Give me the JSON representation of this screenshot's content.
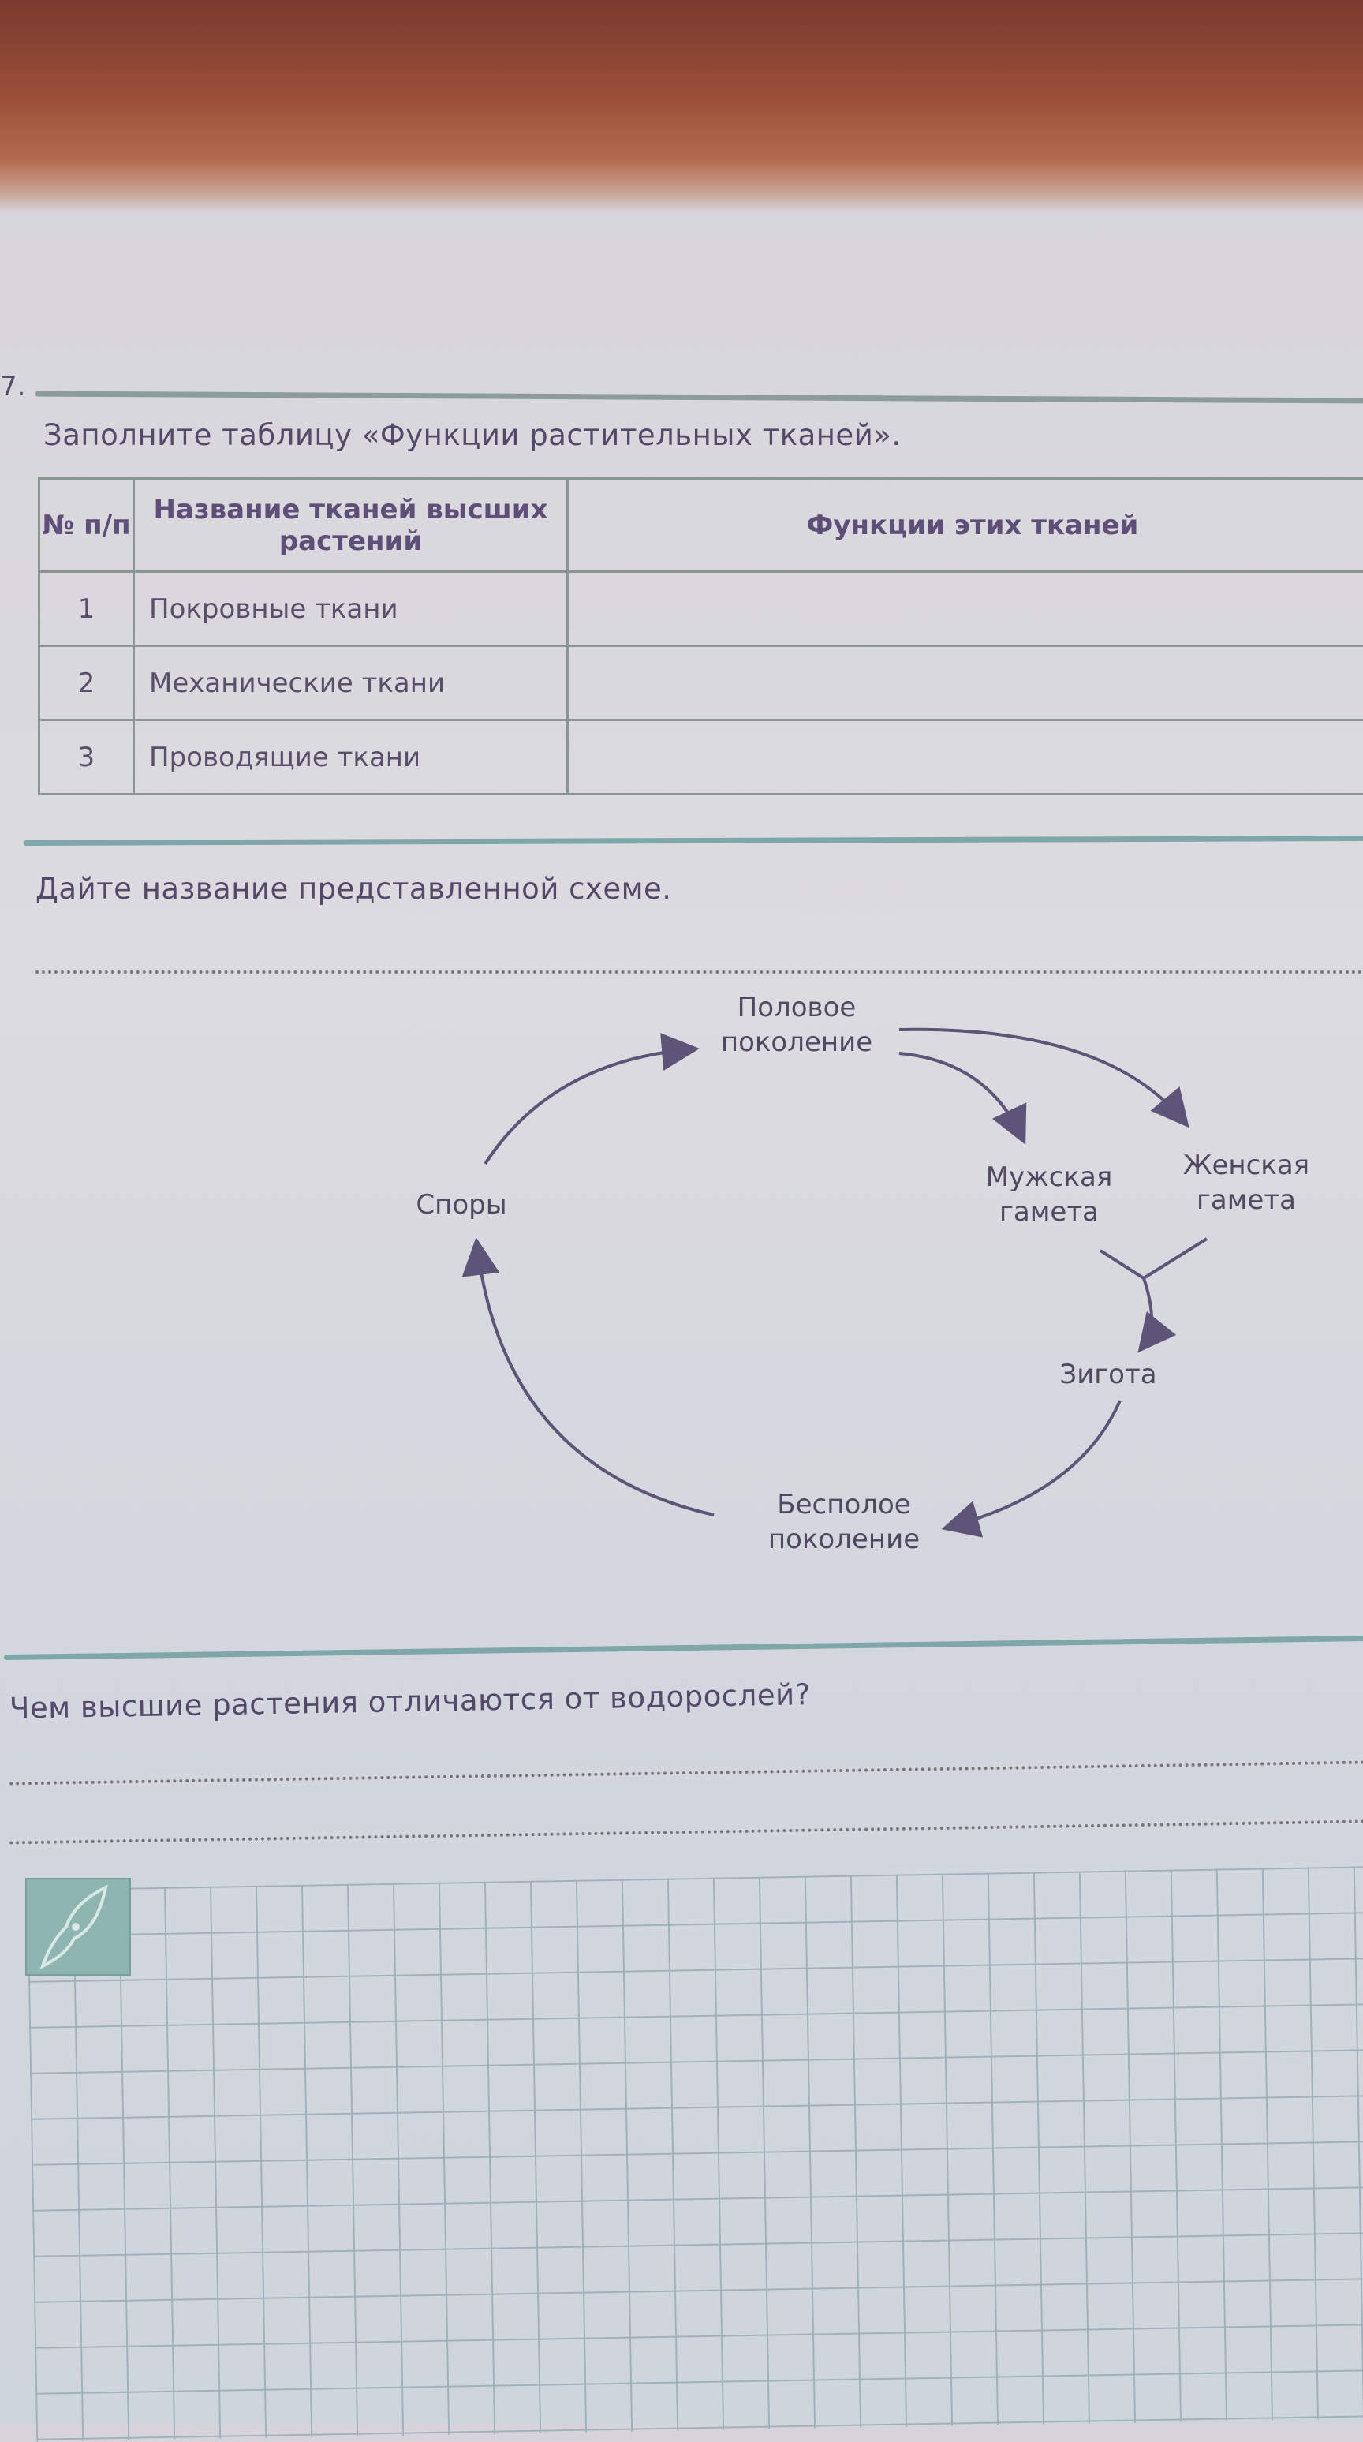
{
  "task7": {
    "number": "7.",
    "prompt": "Заполните таблицу «Функции растительных тканей».",
    "table": {
      "headers": [
        "№ п/п",
        "Название тканей высших растений",
        "Функции этих тканей"
      ],
      "rows": [
        {
          "n": "1",
          "name": "Покровные ткани",
          "function": ""
        },
        {
          "n": "2",
          "name": "Механические ткани",
          "function": ""
        },
        {
          "n": "3",
          "name": "Проводящие ткани",
          "function": ""
        }
      ]
    }
  },
  "task8": {
    "prompt": "Дайте название представленной схеме.",
    "answer": "",
    "diagram": {
      "sexual_generation": "Половое поколение",
      "male_gamete": "Мужская гамета",
      "female_gamete": "Женская гамета",
      "zygote": "Зигота",
      "asexual_generation": "Бесполое поколение",
      "spores": "Споры"
    }
  },
  "task9": {
    "prompt": "Чем высшие растения отличаются от водорослей?",
    "answer_lines": [
      "",
      ""
    ]
  },
  "colors": {
    "text": "#55496a",
    "rule": "#7fa6a8",
    "grid": "#9fb2bc"
  }
}
